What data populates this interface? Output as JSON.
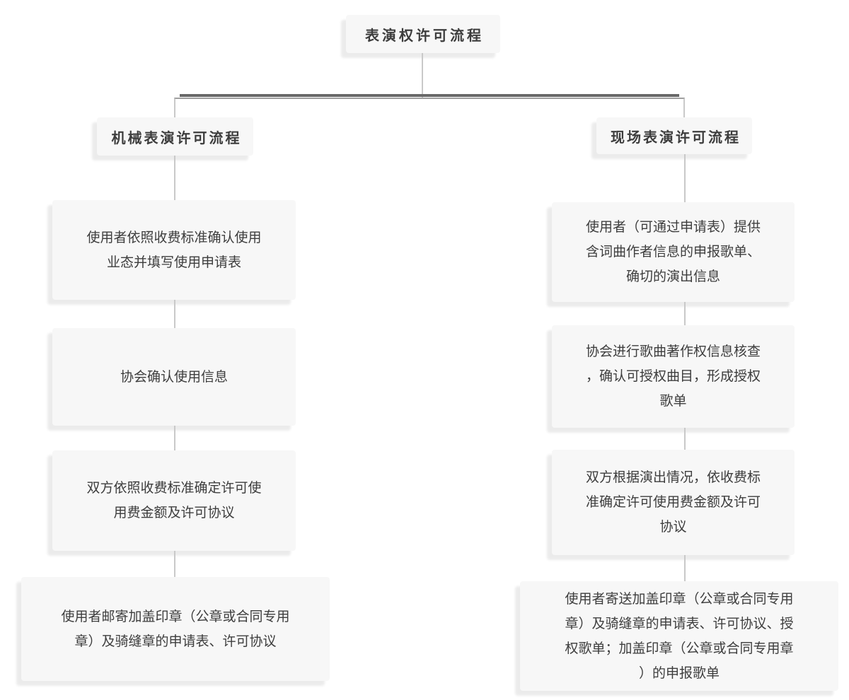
{
  "diagram": {
    "title": "表演权许可流程",
    "colors": {
      "box_background": "#f7f7f7",
      "text": "#3d3d3d",
      "connector_light": "#c9c9c9",
      "connector_mid": "#9f9f9f",
      "connector_dark": "#696969"
    },
    "branches": [
      {
        "name": "mechanical-performance",
        "title": "机械表演许可流程",
        "steps": [
          "使用者依照收费标准确认使用\n业态并填写使用申请表",
          "协会确认使用信息",
          "双方依照收费标准确定许可使\n用费金额及许可协议",
          "使用者邮寄加盖印章（公章或合同专用\n章）及骑缝章的申请表、许可协议"
        ]
      },
      {
        "name": "live-performance",
        "title": "现场表演许可流程",
        "steps": [
          "使用者（可通过申请表）提供\n含词曲作者信息的申报歌单、\n确切的演出信息",
          "协会进行歌曲著作权信息核查\n，确认可授权曲目，形成授权\n歌单",
          "双方根据演出情况，依收费标\n准确定许可使用费金额及许可\n协议",
          "使用者寄送加盖印章（公章或合同专用\n章）及骑缝章的申请表、许可协议、授\n权歌单；加盖印章（公章或合同专用章\n）的申报歌单"
        ]
      }
    ]
  }
}
